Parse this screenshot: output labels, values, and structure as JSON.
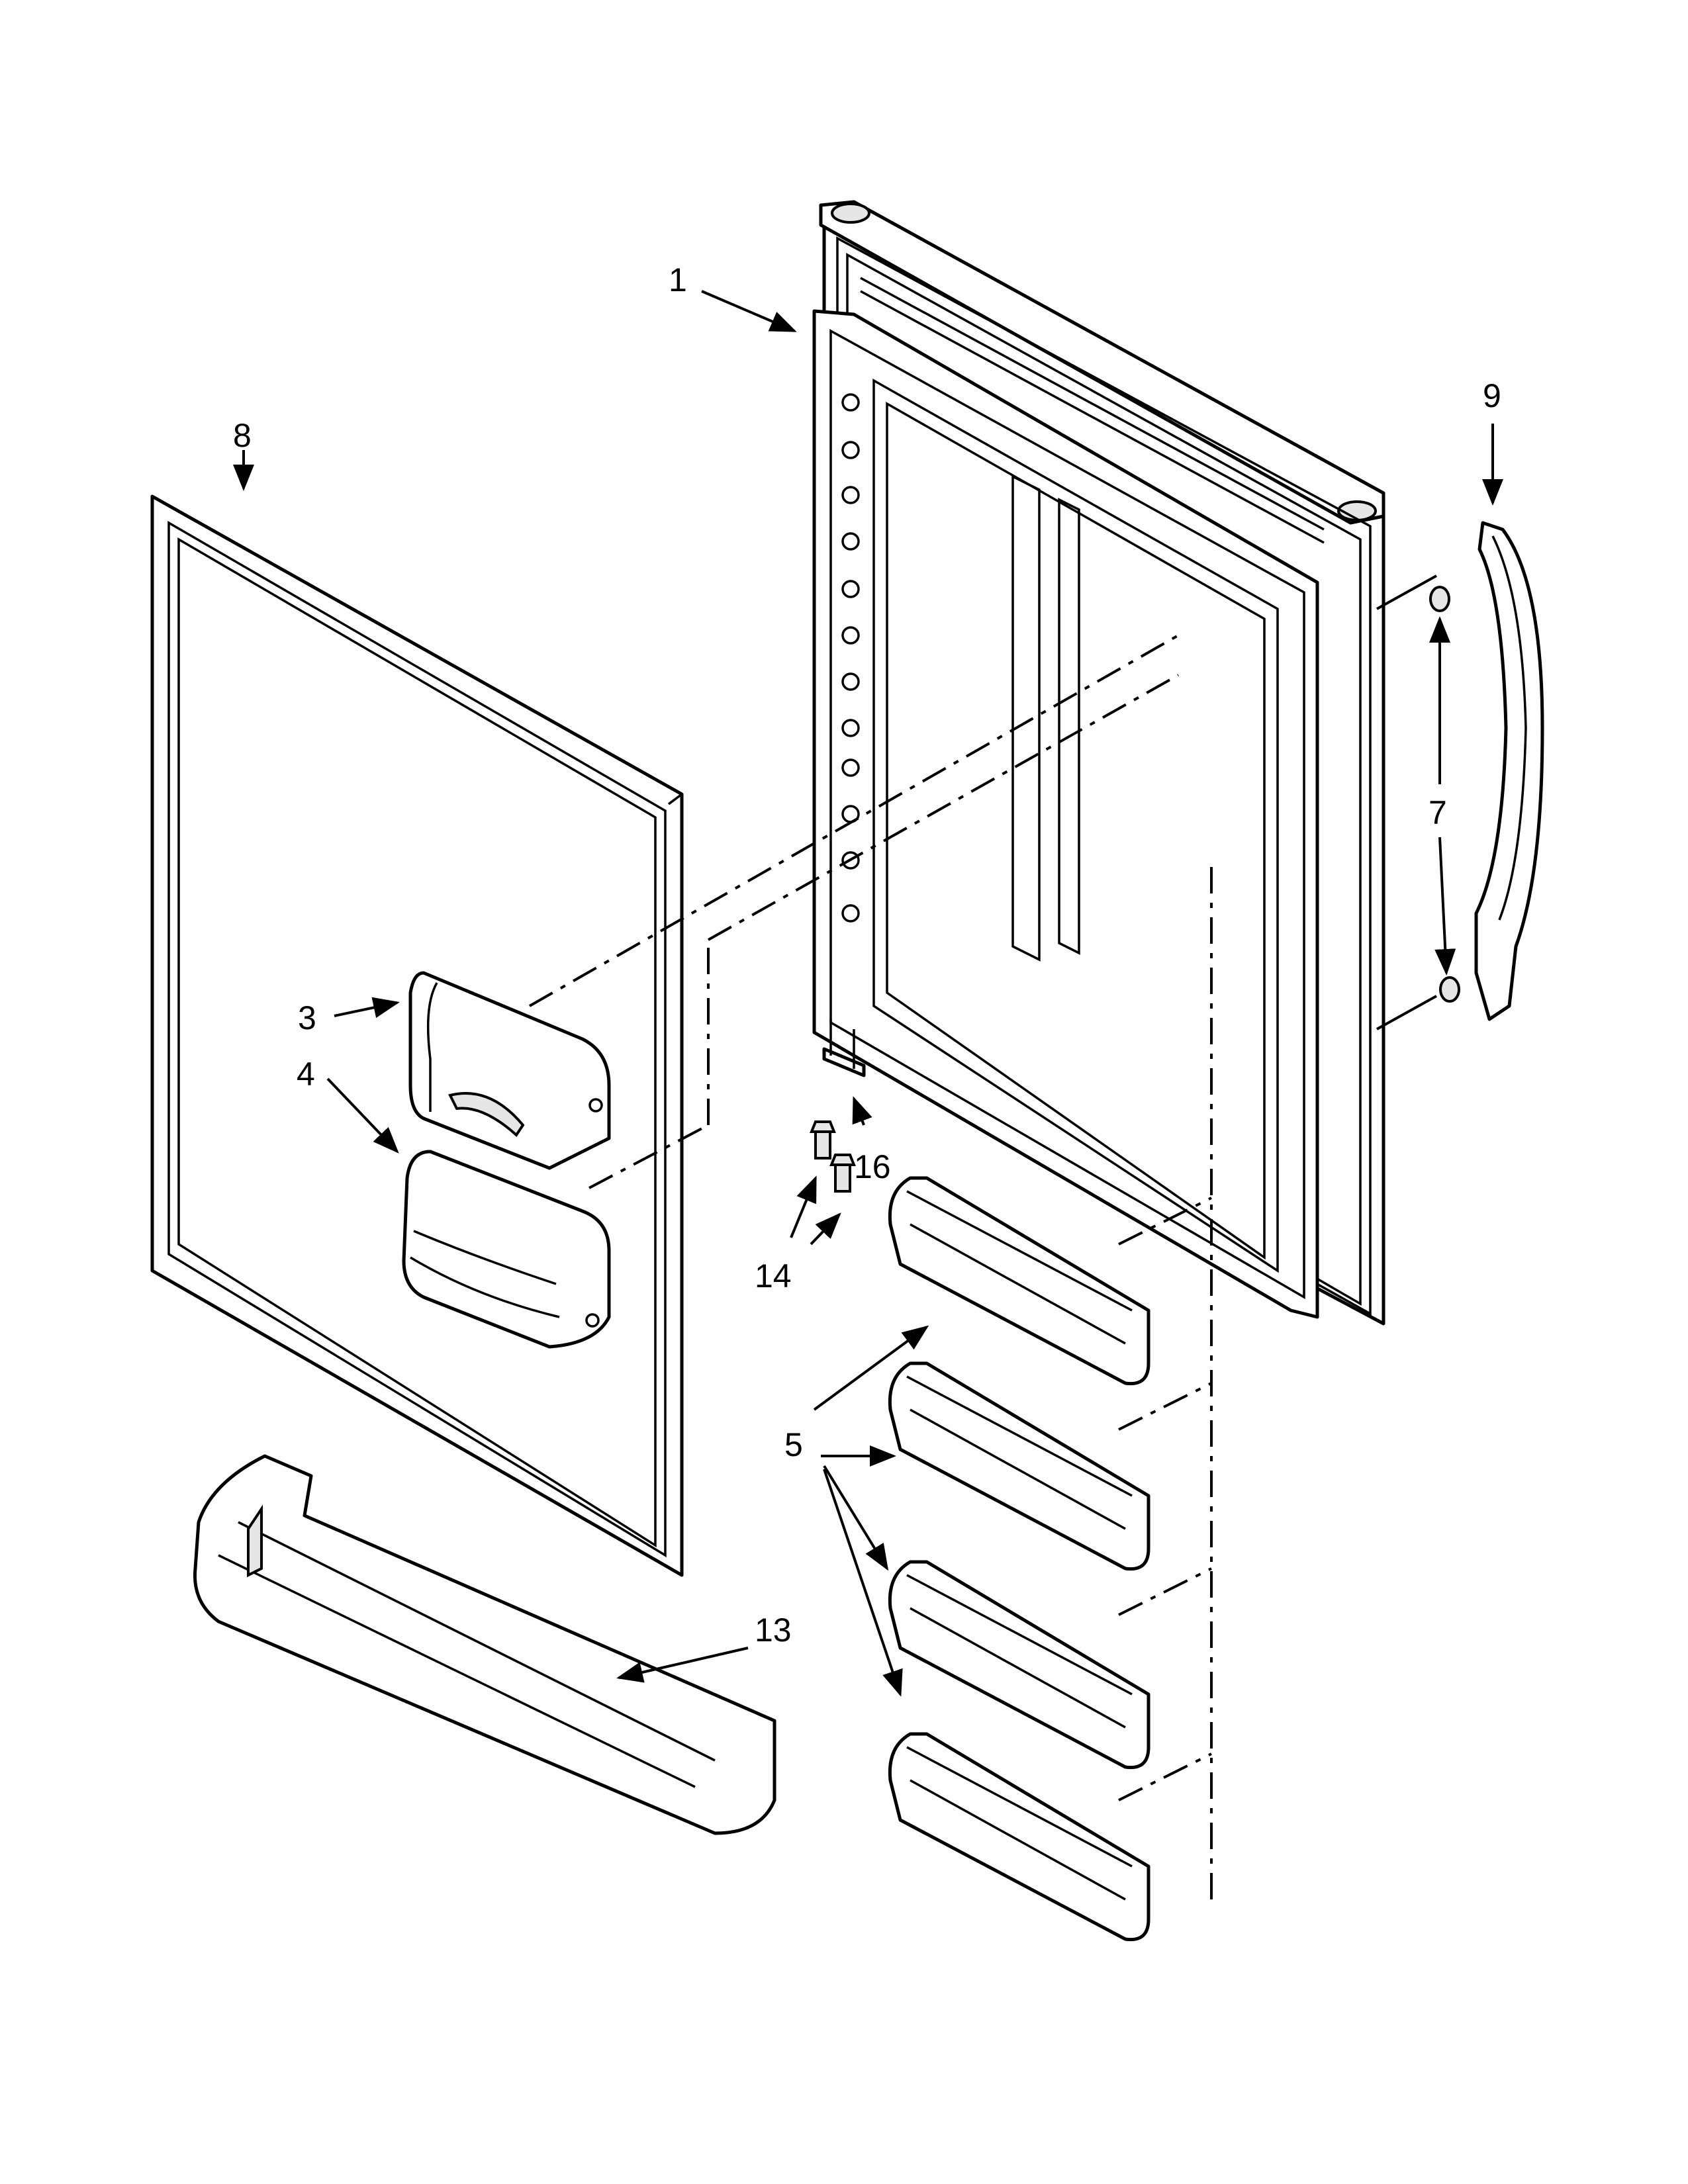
{
  "callouts": [
    {
      "id": "1",
      "label": "1"
    },
    {
      "id": "3",
      "label": "3"
    },
    {
      "id": "4",
      "label": "4"
    },
    {
      "id": "5",
      "label": "5"
    },
    {
      "id": "7",
      "label": "7"
    },
    {
      "id": "8",
      "label": "8"
    },
    {
      "id": "9",
      "label": "9"
    },
    {
      "id": "13",
      "label": "13"
    },
    {
      "id": "14",
      "label": "14"
    },
    {
      "id": "16",
      "label": "16"
    }
  ]
}
